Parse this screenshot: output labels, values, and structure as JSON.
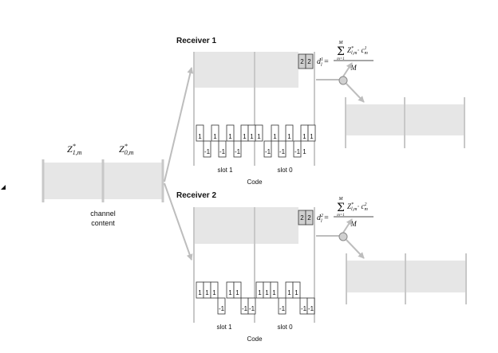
{
  "channel": {
    "z1_label": "Z",
    "z1_sup": "*",
    "z1_sub": "1,m",
    "z0_label": "Z",
    "z0_sup": "*",
    "z0_sub": "0,m",
    "caption_line1": "channel",
    "caption_line2": "content"
  },
  "receiver1": {
    "title": "Receiver 1",
    "register_values": [
      "2",
      "2"
    ],
    "formula_lhs": "d",
    "formula_lhs_sup": "1",
    "formula_lhs_sub": "l",
    "sum_top": "M",
    "sum_bottom": "m=1",
    "numerator": "Z",
    "numerator_sup": "*",
    "numerator_sub": "l,m",
    "dot": "·",
    "c": "c",
    "c_sup": "1",
    "c_sub": "m",
    "denominator": "M",
    "code_top": [
      "1",
      "1",
      "1",
      "1",
      "1",
      "1",
      "1",
      "1",
      "1",
      "1"
    ],
    "code_bottom": [
      "-1",
      "-1",
      "-1",
      "-1",
      "-1",
      "-1",
      "1"
    ],
    "slot1": "slot 1",
    "slot0": "slot 0",
    "code_label": "Code"
  },
  "receiver2": {
    "title": "Receiver 2",
    "register_values": [
      "2",
      "2"
    ],
    "formula_lhs": "d",
    "formula_lhs_sup": "2",
    "formula_lhs_sub": "l",
    "sum_top": "M",
    "sum_bottom": "m=1",
    "numerator": "Z",
    "numerator_sup": "*",
    "numerator_sub": "l,m",
    "dot": "·",
    "c": "c",
    "c_sup": "2",
    "c_sub": "m",
    "denominator": "M",
    "code_top": [
      "1",
      "1",
      "1",
      "1",
      "1",
      "1",
      "1",
      "1",
      "1",
      "1"
    ],
    "code_bottom": [
      "-1",
      "-1",
      "-1",
      "-1",
      "-1",
      "-1"
    ],
    "slot1": "slot 1",
    "slot0": "slot 0",
    "code_label": "Code"
  },
  "colors": {
    "panel": "#e6e6e6",
    "line": "#c8c8c8",
    "arrow": "#bdbdbd",
    "register": "#d0d0d0",
    "text": "#111111"
  }
}
